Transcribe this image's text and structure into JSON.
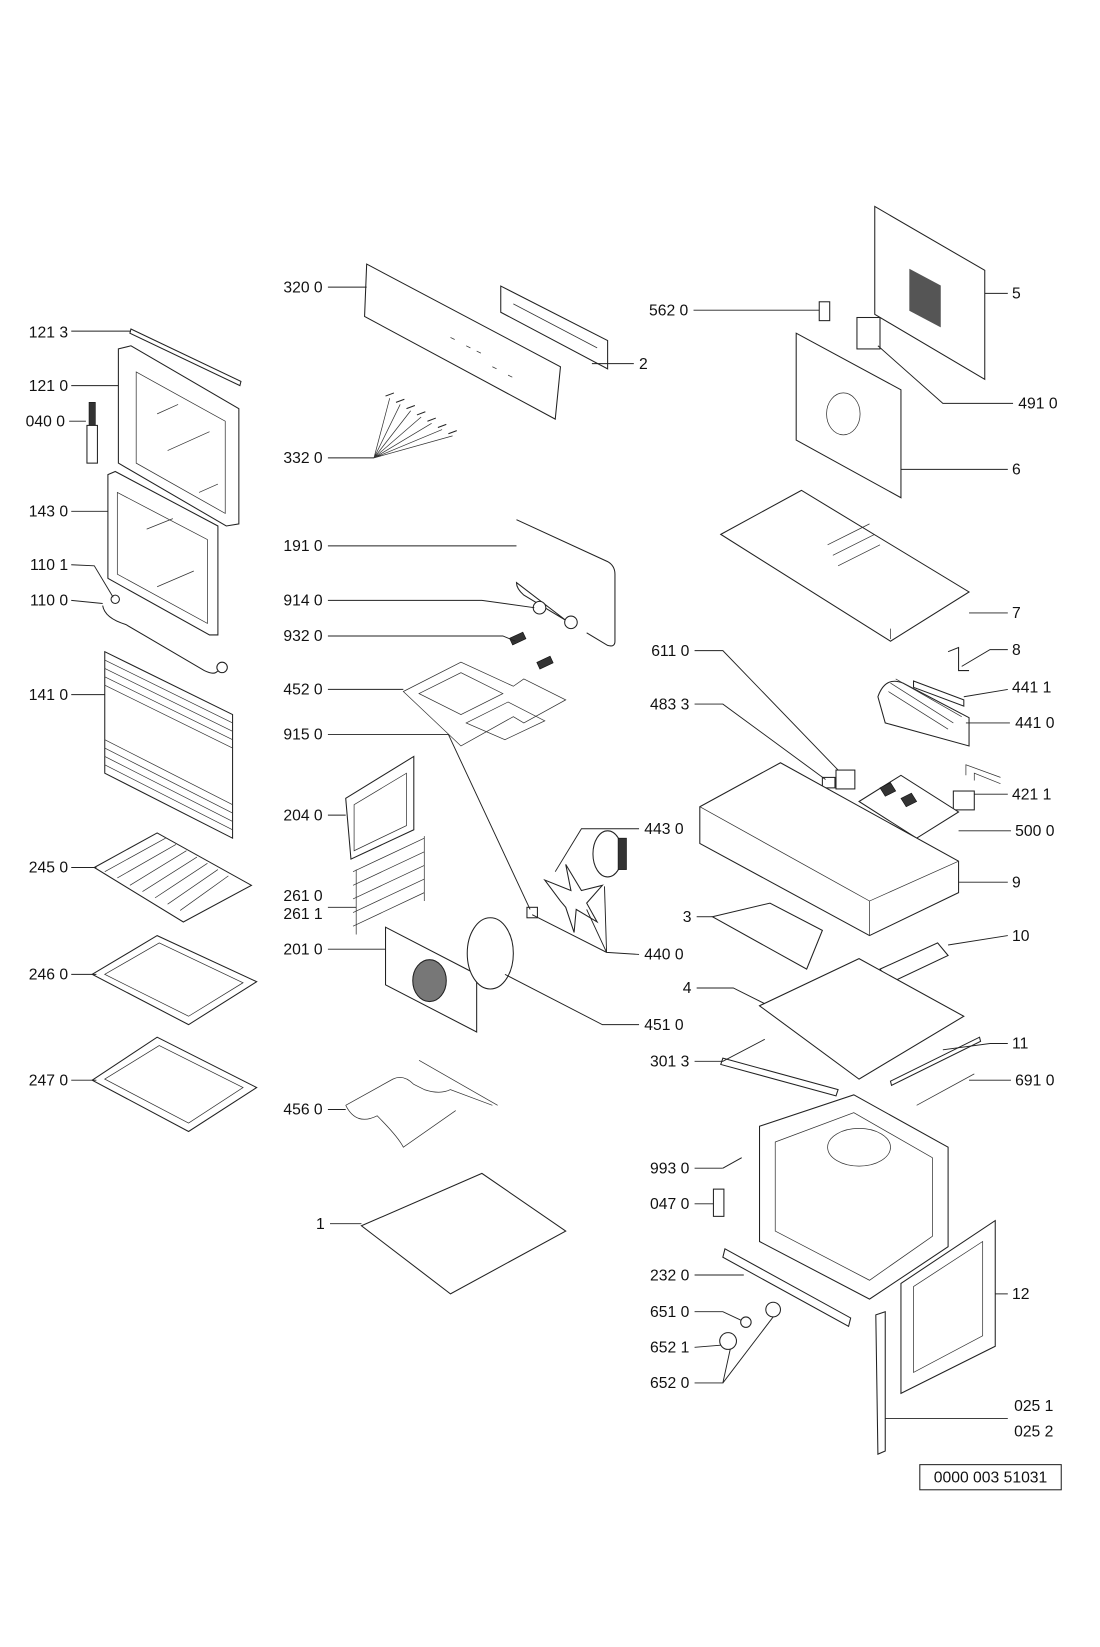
{
  "diagram": {
    "labels": [
      "121 3",
      "121 0",
      "040 0",
      "143 0",
      "110 1",
      "110 0",
      "141 0",
      "245 0",
      "246 0",
      "247 0",
      "320 0",
      "332 0",
      "191 0",
      "914 0",
      "932 0",
      "452 0",
      "915 0",
      "204 0",
      "261 0",
      "261 1",
      "201 0",
      "456 0",
      "1",
      "2",
      "443 0",
      "440 0",
      "451 0",
      "562 0",
      "5",
      "491 0",
      "6",
      "7",
      "611 0",
      "483 3",
      "8",
      "441 1",
      "441 0",
      "421 1",
      "500 0",
      "9",
      "3",
      "10",
      "4",
      "11",
      "301 3",
      "691 0",
      "993 0",
      "047 0",
      "232 0",
      "12",
      "651 0",
      "652 1",
      "652 0",
      "025 1",
      "025 2"
    ],
    "reference_code": "0000 003 51031"
  }
}
